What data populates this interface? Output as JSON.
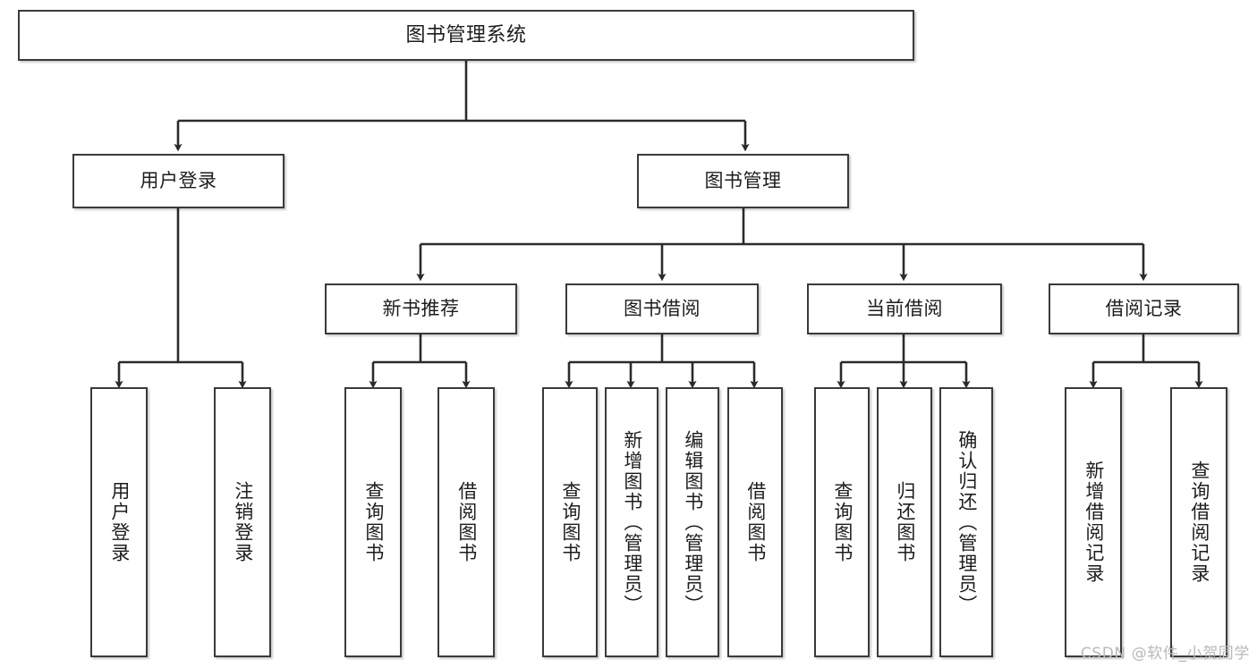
{
  "diagram": {
    "title": "图书管理系统",
    "watermark": "CSDN @软件_小贺同学",
    "colors": {
      "box_border": "#3a3a3a",
      "box_fill": "#ffffff",
      "connector": "#2b2b2b",
      "text": "#1d1d1d",
      "watermark": "#b9b9b9"
    },
    "root": {
      "label": "图书管理系统"
    },
    "level2": [
      {
        "id": "user-login",
        "label": "用户登录"
      },
      {
        "id": "book-management",
        "label": "图书管理"
      }
    ],
    "level3": [
      {
        "id": "new-book-recommend",
        "label": "新书推荐"
      },
      {
        "id": "book-borrow",
        "label": "图书借阅"
      },
      {
        "id": "current-borrow",
        "label": "当前借阅"
      },
      {
        "id": "borrow-record",
        "label": "借阅记录"
      }
    ],
    "leaves": {
      "user_login": [
        {
          "id": "leaf-user-login",
          "label": "用户登录"
        },
        {
          "id": "leaf-logout-login",
          "label": "注销登录"
        }
      ],
      "new_book_recommend": [
        {
          "id": "leaf-query-book-1",
          "label": "查询图书"
        },
        {
          "id": "leaf-borrow-book-1",
          "label": "借阅图书"
        }
      ],
      "book_borrow": [
        {
          "id": "leaf-query-book-2",
          "label": "查询图书"
        },
        {
          "id": "leaf-add-book",
          "label": "新增图书（管理员）"
        },
        {
          "id": "leaf-edit-book",
          "label": "编辑图书（管理员）"
        },
        {
          "id": "leaf-borrow-book-2",
          "label": "借阅图书"
        }
      ],
      "current_borrow": [
        {
          "id": "leaf-query-book-3",
          "label": "查询图书"
        },
        {
          "id": "leaf-return-book",
          "label": "归还图书"
        },
        {
          "id": "leaf-confirm-return",
          "label": "确认归还（管理员）"
        }
      ],
      "borrow_record": [
        {
          "id": "leaf-add-borrow-record",
          "label": "新增借阅记录"
        },
        {
          "id": "leaf-query-borrow-record",
          "label": "查询借阅记录"
        }
      ]
    }
  }
}
